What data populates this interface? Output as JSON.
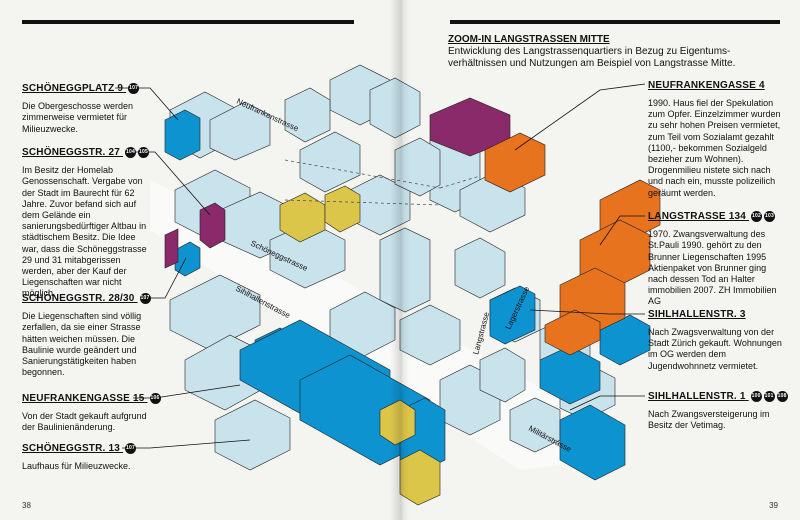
{
  "pages": {
    "left_number": "38",
    "right_number": "39"
  },
  "heading": {
    "title": "ZOOM-IN LANGSTRASSEN MITTE",
    "subtitle": "Entwicklung des Langstrassenquartiers in Bezug zu Eigentums­verhältnissen und Nutzungen am Beispiel von Langstrasse Mitte."
  },
  "left_entries": [
    {
      "title": "SCHÖNEGGPLATZ 9",
      "badges": [
        "107"
      ],
      "text": "Die Obergeschosse werden zimmerweise vermietet für Milieuzwecke."
    },
    {
      "title": "SCHÖNEGGSTR. 27",
      "badges": [
        "104",
        "105"
      ],
      "text": "Im Besitz der Homelab Genossenschaft. Vergabe von der Stadt im Baurecht für 62 Jahre. Zuvor befand sich auf dem Gelände ein sanierungsbedürftiger Altbau in städtischem Besitz. Die Idee war, dass die Schöneggstrasse 29 und 31 mitabgerissen werden, aber der Kauf der Liegenschaften war nicht möglich."
    },
    {
      "title": "SCHÖNEGGSTR. 28/30",
      "badges": [
        "107"
      ],
      "text": "Die Liegenschaften sind völlig zerfallen, da sie einer Strasse hätten weichen müssen. Die Baulinie wurde geändert und Sanierungstätigkeiten haben begonnen."
    },
    {
      "title": "NEUFRANKENGASSE 15",
      "badges": [
        "106"
      ],
      "text": "Von der Stadt gekauft aufgrund der Baulinienänderung."
    },
    {
      "title": "SCHÖNEGGSTR. 13",
      "badges": [
        "107"
      ],
      "text": "Laufhaus für Milieuzwecke."
    }
  ],
  "right_entries": [
    {
      "title": "NEUFRANKENGASSE 4",
      "badges": [],
      "text": "1990. Haus fiel der Spekulation zum Opfer. Einzelzimmer wurden zu sehr hohen Preisen vermietet, zum Teil vom Sozialamt gezahlt (1100,- bekommen Sozialgeld bezieher zum Wohnen). Drogenmilieu nistete sich nach und nach ein, musste polizeilich geräumt werden."
    },
    {
      "title": "LANGSTRASSE 134",
      "badges": [
        "102",
        "103"
      ],
      "text": "1970. Zwangsverwaltung des St.Pauli 1990. gehört zu den Brunner Liegenschaften 1995 Aktienpaket von Brunner ging nach dessen Tod an Halter immobilien 2007. ZH Immobilien AG"
    },
    {
      "title": "SIHLHALLENSTR. 3",
      "badges": [],
      "text": "Nach Zwagsverwaltung von der Stadt Zürich gekauft. Wohnungen im OG werden dem Jugendwohnnetz vermietet."
    },
    {
      "title": "SIHLHALLENSTR. 1",
      "badges": [
        "100",
        "101",
        "108"
      ],
      "text": "Nach Zwangsversteigerung im Besitz der Vetimag."
    }
  ],
  "streets": {
    "neufrankengasse": "Neufrankenstrasse",
    "schoeneggstrasse": "Schöneggstrasse",
    "sihlhallenstrasse": "Sihlhallenstrasse",
    "langstrasse": "Langstrasse",
    "lagerstrasse": "Lagerstrasse",
    "militaerstrasse": "Militärstrasse"
  },
  "colors": {
    "city_owned_blue": "#0e93d1",
    "light_blue": "#c9e3ec",
    "orange": "#e8731f",
    "purple": "#8a2a6b",
    "yellow": "#dcc64a",
    "ink": "#111111"
  }
}
